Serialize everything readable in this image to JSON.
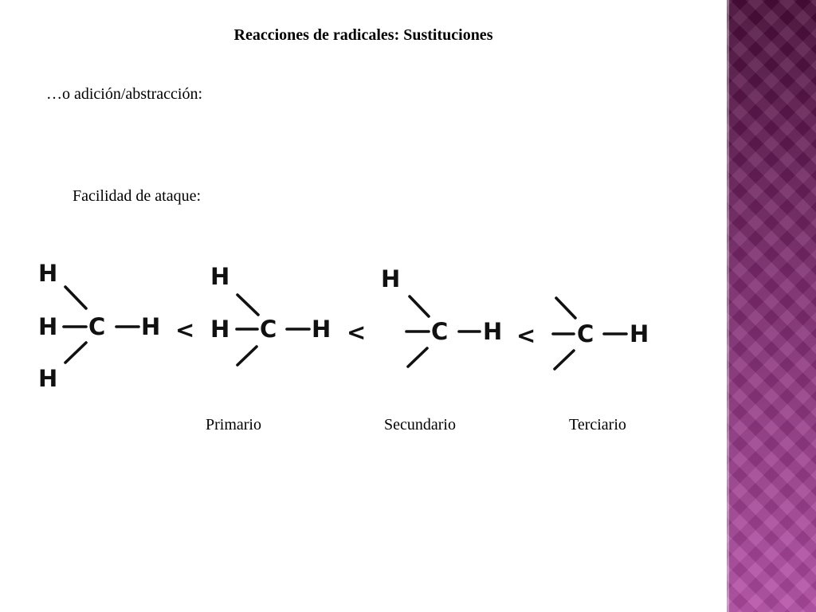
{
  "slide": {
    "title": "Reacciones de radicales: Sustituciones",
    "subtitle": "…o adición/abstracción:",
    "ease_label": "Facilidad de ataque:"
  },
  "structures": {
    "atom_h": "H",
    "atom_c": "C",
    "comparator": "<"
  },
  "classes": {
    "primario": "Primario",
    "secundario": "Secundario",
    "terciario": "Terciario"
  },
  "theme": {
    "side_panel_top": "#4a0d3a",
    "side_panel_mid": "#7d2a6e",
    "side_panel_bottom": "#b44da6",
    "text_color": "#000000"
  }
}
